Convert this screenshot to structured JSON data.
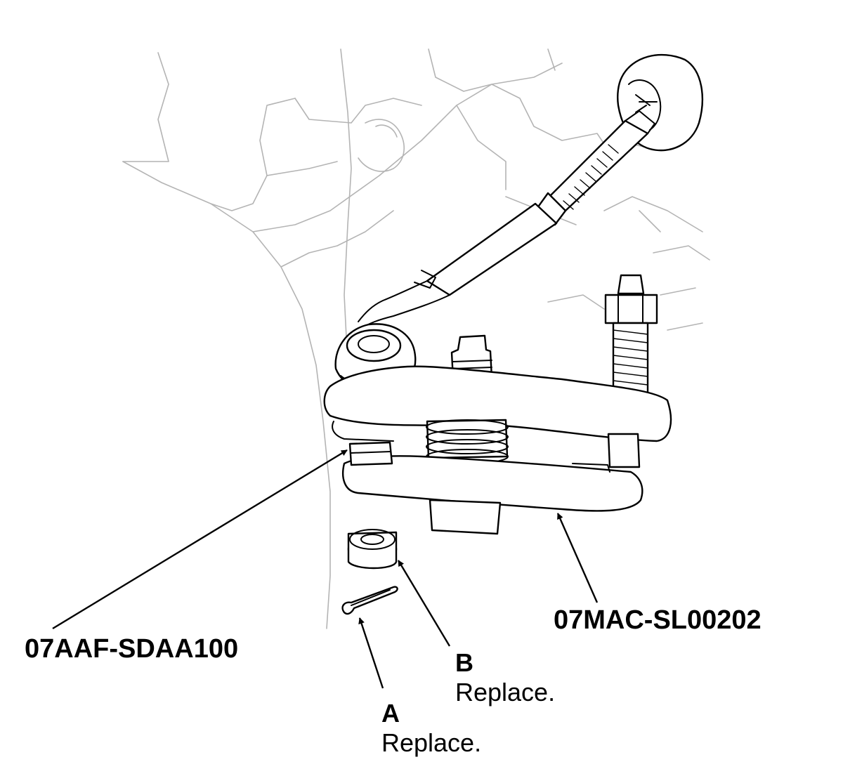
{
  "callouts": {
    "tool_left": "07AAF-SDAA100",
    "tool_right": "07MAC-SL00202",
    "part_a": {
      "letter": "A",
      "note": "Replace."
    },
    "part_b": {
      "letter": "B",
      "note": "Replace."
    }
  },
  "colors": {
    "line": "#000000",
    "background_lines": "#b4b4b4",
    "fill": "#ffffff"
  }
}
